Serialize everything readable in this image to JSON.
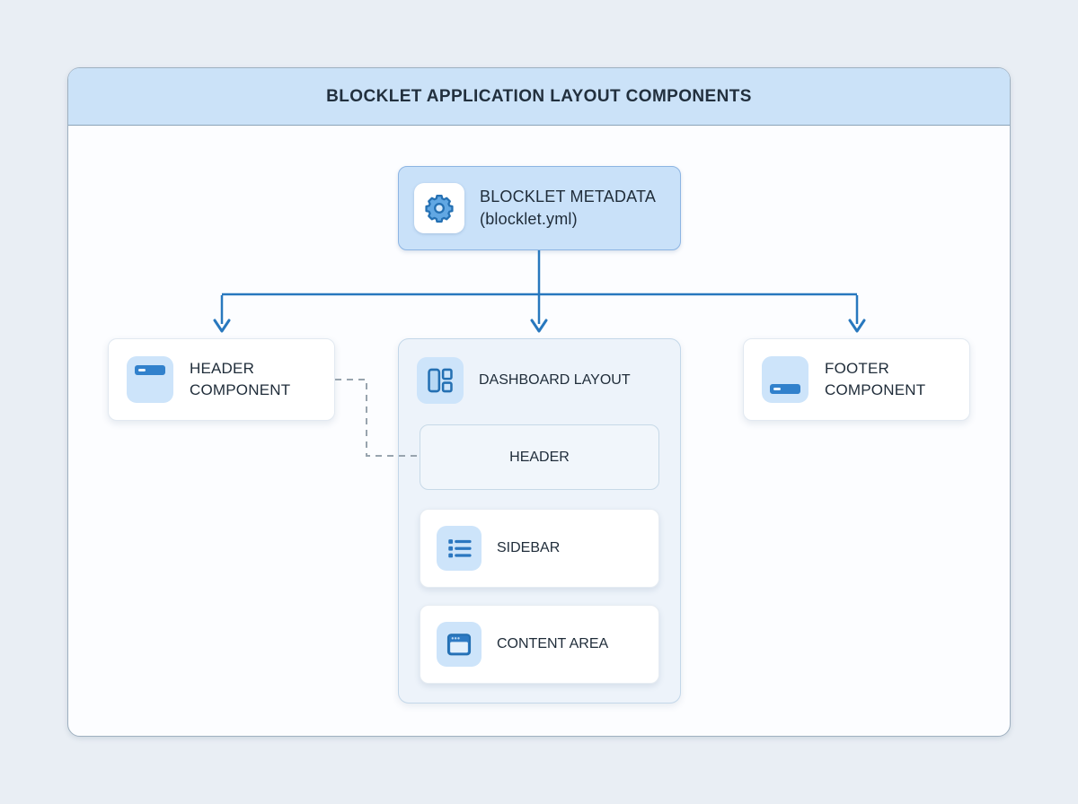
{
  "title": "BLOCKLET APPLICATION LAYOUT COMPONENTS",
  "nodes": {
    "metadata": {
      "label": "BLOCKLET METADATA",
      "sublabel": "(blocklet.yml)",
      "icon": "gear-icon"
    },
    "header_component": {
      "label": "HEADER COMPONENT",
      "icon": "header-bar-icon"
    },
    "footer_component": {
      "label": "FOOTER COMPONENT",
      "icon": "footer-bar-icon"
    },
    "dashboard": {
      "label": "DASHBOARD LAYOUT",
      "icon": "dashboard-layout-icon",
      "children": {
        "header": {
          "label": "HEADER"
        },
        "sidebar": {
          "label": "SIDEBAR",
          "icon": "list-icon"
        },
        "content": {
          "label": "CONTENT AREA",
          "icon": "window-icon"
        }
      }
    }
  },
  "connections": [
    {
      "from": "metadata",
      "to": "header_component",
      "style": "solid-arrow"
    },
    {
      "from": "metadata",
      "to": "dashboard",
      "style": "solid-arrow"
    },
    {
      "from": "metadata",
      "to": "footer_component",
      "style": "solid-arrow"
    },
    {
      "from": "header_component",
      "to": "dashboard.header",
      "style": "dashed"
    }
  ],
  "colors": {
    "page_background": "#e9eef4",
    "panel_header_fill": "#cbe2f8",
    "metadata_fill": "#c9e1f9",
    "metadata_border": "#8db5e3",
    "icon_tile_fill": "#cde4fa",
    "icon_blue": "#2b77c0",
    "connector_blue": "#2878be",
    "dashed_connector": "#98a4ae",
    "text": "#1f2c39"
  }
}
